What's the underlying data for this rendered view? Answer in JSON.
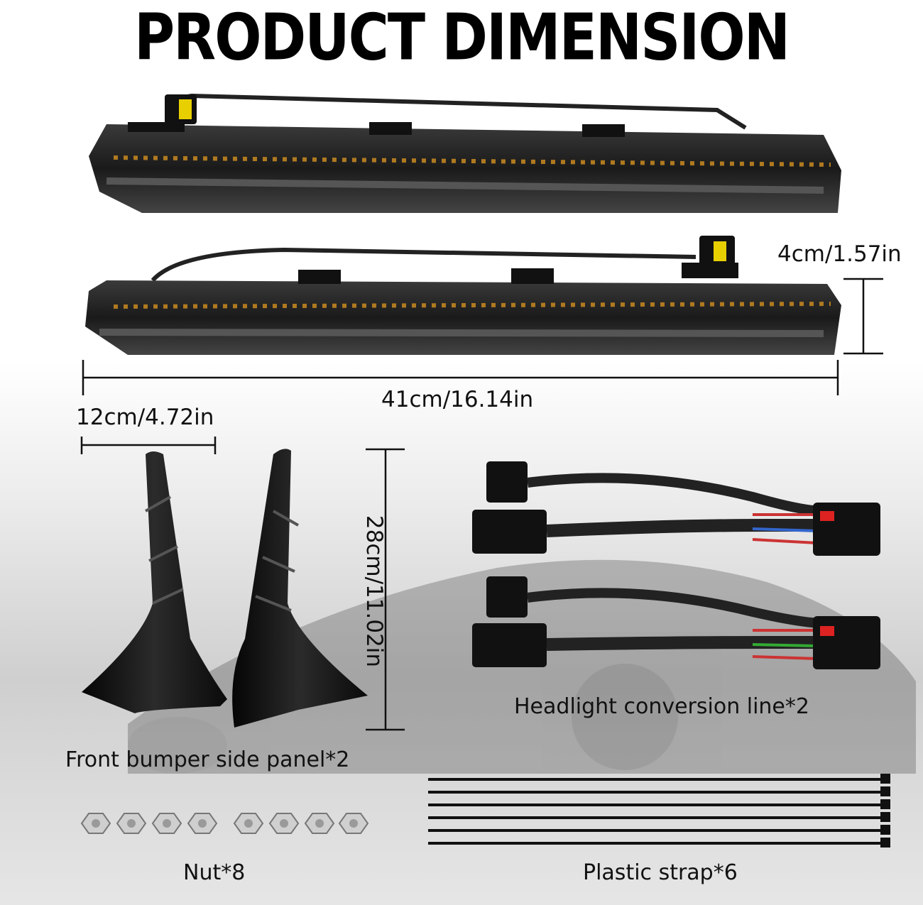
{
  "title": "PRODUCT DIMENSION",
  "dimensions": {
    "height": "4cm/1.57in",
    "length": "41cm/16.14in",
    "panel_width": "12cm/4.72in",
    "panel_height": "28cm/11.02in"
  },
  "items": {
    "side_panel": "Front bumper side panel*2",
    "conversion_line": "Headlight conversion line*2",
    "nut": "Nut*8",
    "strap": "Plastic strap*6"
  }
}
